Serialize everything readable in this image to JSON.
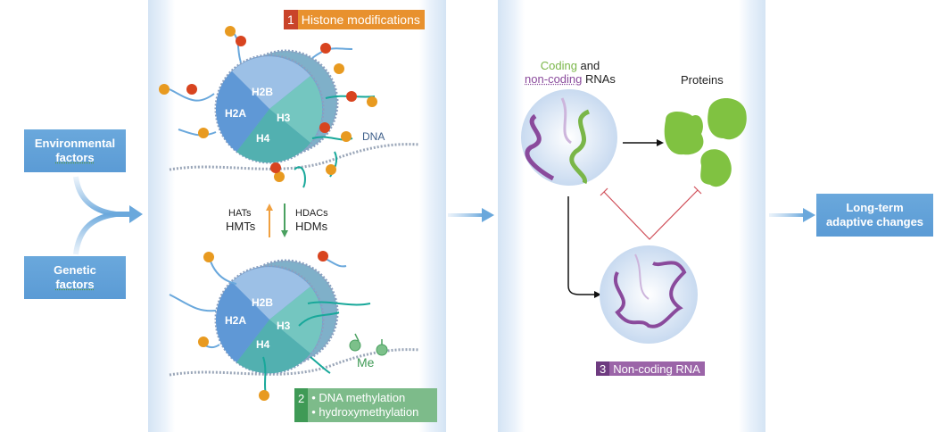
{
  "inputs": {
    "environmental": [
      "Environmental",
      "factors"
    ],
    "genetic": [
      "Genetic",
      "factors"
    ]
  },
  "histone_section": {
    "tag_number": "1",
    "tag_label": "Histone modifications",
    "histones": [
      "H2B",
      "H2A",
      "H3",
      "H4"
    ],
    "dna_label": "DNA",
    "writers": [
      "HATs",
      "HMTs"
    ],
    "erasers": [
      "HDACs",
      "HDMs"
    ]
  },
  "methylation_section": {
    "me_label": "Me",
    "tag_number": "2",
    "items": [
      "• DNA methylation",
      "• hydroxymethylation"
    ]
  },
  "rna_section": {
    "rna_title_coding": "Coding",
    "rna_title_and": " and",
    "rna_title_noncoding": "non-coding",
    "rna_title_rnas": " RNAs",
    "proteins_label": "Proteins",
    "tag_number": "3",
    "tag_label": "Non-coding RNA"
  },
  "output": {
    "label": [
      "Long-term",
      "adaptive changes"
    ]
  },
  "colors": {
    "blue_box": "#5b9bd5",
    "histone_tag": "#e8912e",
    "histone_tag_num": "#c9432a",
    "methyl_tag": "#7dbb8a",
    "methyl_tag_num": "#3f9a56",
    "rna_tag": "#9b64a8",
    "rna_tag_num": "#6e3b80",
    "coding_green": "#7ab648",
    "noncoding_purple": "#8a4a9c",
    "inhibit_red": "#d0505a"
  }
}
